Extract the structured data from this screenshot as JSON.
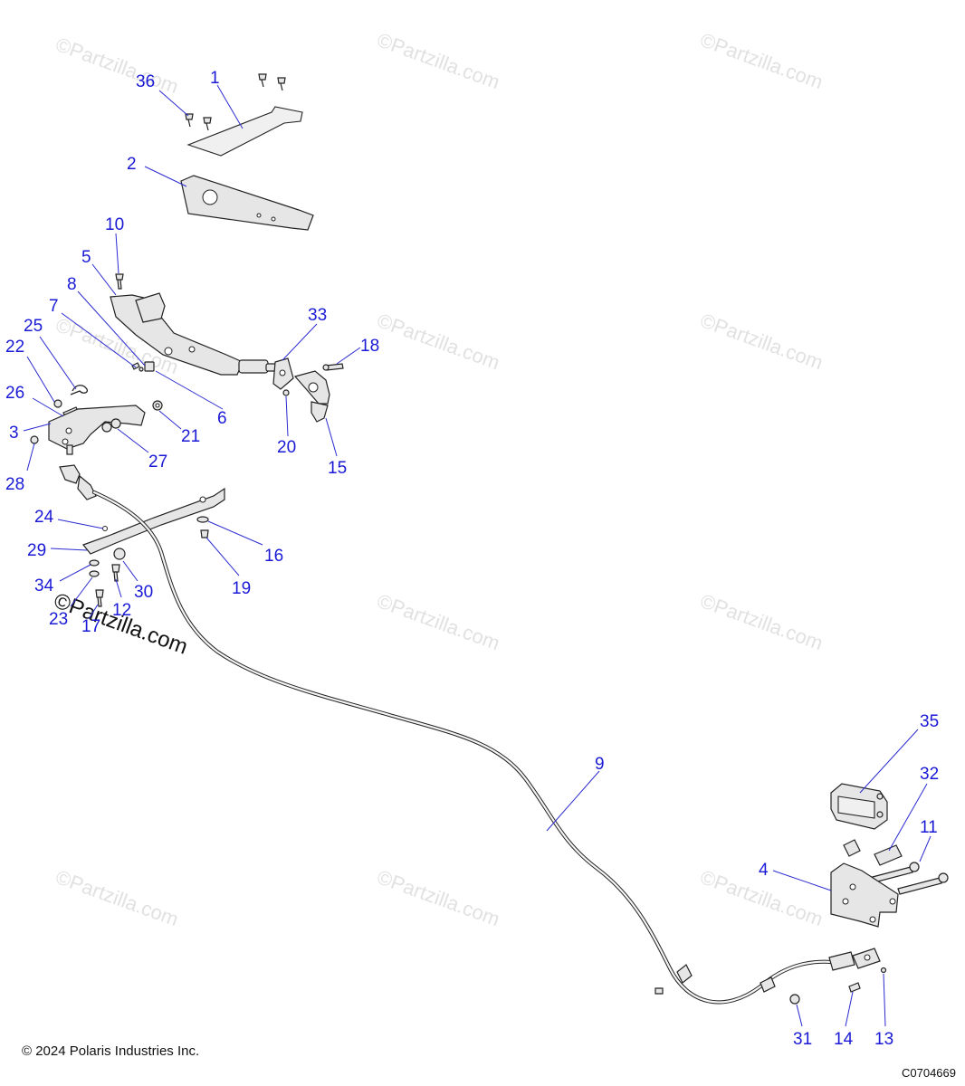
{
  "callouts": [
    "1",
    "2",
    "3",
    "4",
    "5",
    "6",
    "7",
    "8",
    "9",
    "10",
    "11",
    "12",
    "13",
    "14",
    "15",
    "16",
    "17",
    "18",
    "19",
    "20",
    "21",
    "22",
    "23",
    "24",
    "25",
    "26",
    "27",
    "28",
    "29",
    "30",
    "31",
    "32",
    "33",
    "34",
    "35",
    "36"
  ],
  "watermark": "©Partzilla.com",
  "footer": {
    "copyright": "© 2024 Polaris Industries Inc.",
    "drawing_id": "C0704669"
  },
  "colors": {
    "callout": "#1a1ad6",
    "line_art": "#222222",
    "watermark": "#c9c9c9"
  }
}
